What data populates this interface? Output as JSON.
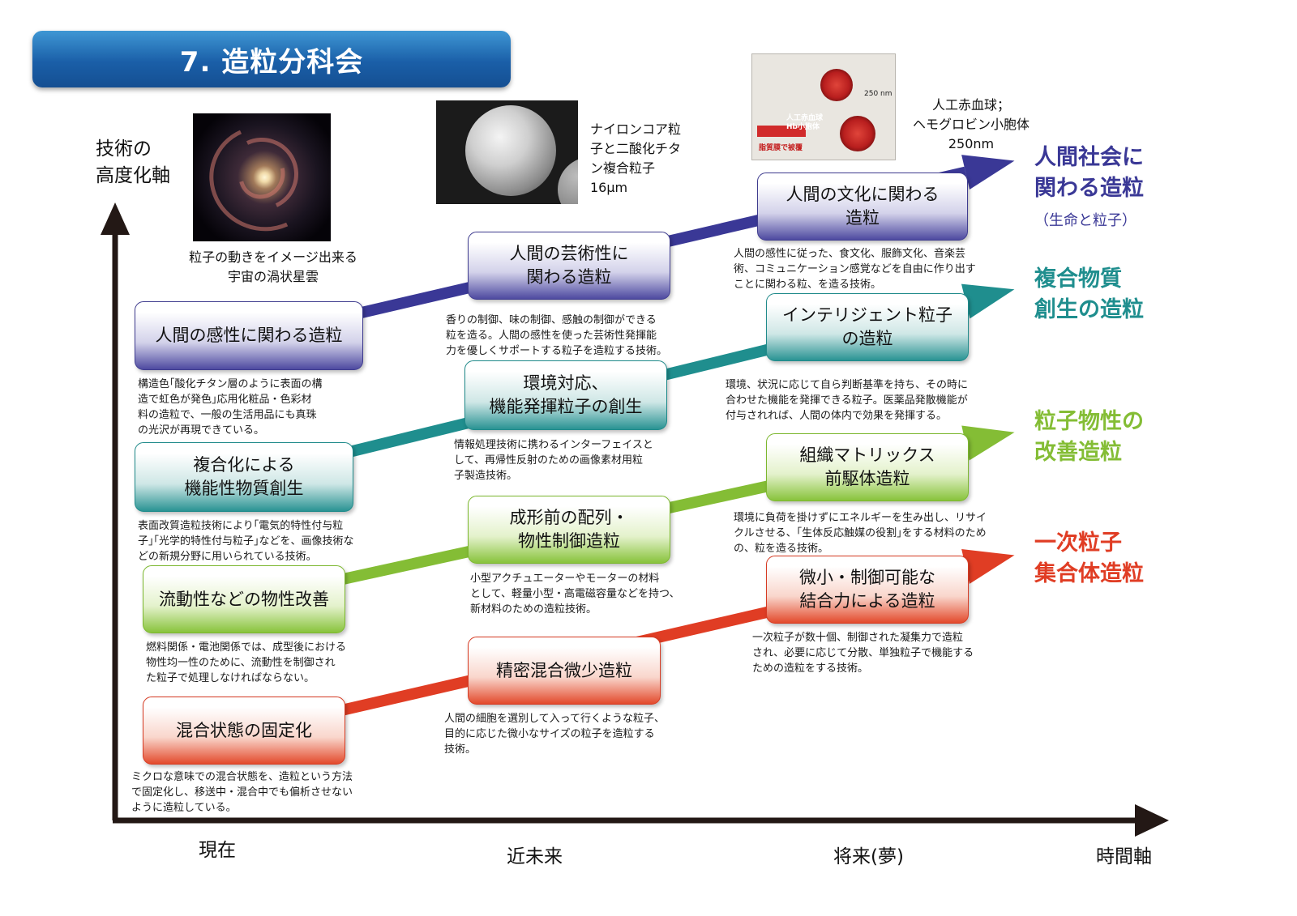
{
  "title": "7. 造粒分科会",
  "y_axis_label": "技術の\n高度化軸",
  "x_axis_label": "時間軸",
  "time_labels": [
    "現在",
    "近未来",
    "将来(夢)"
  ],
  "colors": {
    "purple": "#3a3896",
    "teal": "#1f8e8e",
    "green": "#84bd35",
    "red": "#e03d24",
    "axis": "#231815",
    "banner": "#1d66ad"
  },
  "photos": {
    "galaxy": {
      "caption": "粒子の動きをイメージ出来る\n宇宙の渦状星雲",
      "icon": "spiral-galaxy-photo"
    },
    "nylon": {
      "caption": "ナイロンコア粒\n子と二酸化チタ\nン複合粒子\n16μm",
      "icon": "sem-particle-photo"
    },
    "rbc": {
      "caption": "人工赤血球；\nヘモグロビン小胞体\n250nm",
      "icon": "artificial-red-blood-cell-photo",
      "inner_label_1": "250 nm",
      "inner_label_2": "人工赤血球\nHb小胞体",
      "inner_label_3": "脂質膜で被覆"
    }
  },
  "rows": [
    {
      "color": "purple",
      "category": "人間社会に\n関わる造粒",
      "category_sub": "（生命と粒子）",
      "stages": [
        {
          "title": "人間の感性に関わる造粒",
          "desc": "構造色｢酸化チタン層のように表面の構\n造で虹色が発色｣応用化粧品・色彩材\n料の造粒で、一般の生活用品にも真珠\nの光沢が再現できている。"
        },
        {
          "title": "人間の芸術性に\n関わる造粒",
          "desc": "香りの制御、味の制御、感触の制御ができる\n粒を造る。人間の感性を使った芸術性発揮能\n力を優しくサポートする粒子を造粒する技術。"
        },
        {
          "title": "人間の文化に関わる\n造粒",
          "desc": "人間の感性に従った、食文化、服飾文化、音楽芸\n術、コミュニケーション感覚などを自由に作り出す\nことに関わる粒、を造る技術。"
        }
      ]
    },
    {
      "color": "teal",
      "category": "複合物質\n創生の造粒",
      "stages": [
        {
          "title": "複合化による\n機能性物質創生",
          "desc": "表面改質造粒技術により｢電気的特性付与粒\n子｣｢光学的特性付与粒子｣などを、画像技術な\nどの新規分野に用いられている技術。"
        },
        {
          "title": "環境対応、\n機能発揮粒子の創生",
          "desc": "情報処理技術に携わるインターフェイスと\nして、再帰性反射のための画像素材用粒\n子製造技術。"
        },
        {
          "title": "インテリジェント粒子\nの造粒",
          "desc": "環境、状況に応じて自ら判断基準を持ち、その時に\n合わせた機能を発揮できる粒子。医薬品発散機能が\n付与されれば、人間の体内で効果を発揮する。"
        }
      ]
    },
    {
      "color": "green",
      "category": "粒子物性の\n改善造粒",
      "stages": [
        {
          "title": "流動性などの物性改善",
          "desc": "燃料関係・電池関係では、成型後における\n物性均一性のために、流動性を制御され\nた粒子で処理しなければならない。"
        },
        {
          "title": "成形前の配列・\n物性制御造粒",
          "desc": "小型アクチュエーターやモーターの材料\nとして、軽量小型・高電磁容量などを持つ、\n新材料のための造粒技術。"
        },
        {
          "title": "組織マトリックス\n前駆体造粒",
          "desc": "環境に負荷を掛けずにエネルギーを生み出し、リサイ\nクルさせる、｢生体反応触媒の役割｣をする材料のため\nの、粒を造る技術。"
        }
      ]
    },
    {
      "color": "red",
      "category": "一次粒子\n集合体造粒",
      "stages": [
        {
          "title": "混合状態の固定化",
          "desc": "ミクロな意味での混合状態を、造粒という方法\nで固定化し、移送中・混合中でも偏析させない\nように造粒している。"
        },
        {
          "title": "精密混合微少造粒",
          "desc": "人間の細胞を選別して入って行くような粒子、\n目的に応じた微小なサイズの粒子を造粒する\n技術。"
        },
        {
          "title": "微小・制御可能な\n結合力による造粒",
          "desc": "一次粒子が数十個、制御された凝集力で造粒\nされ、必要に応じて分散、単独粒子で機能する\nための造粒をする技術。"
        }
      ]
    }
  ]
}
